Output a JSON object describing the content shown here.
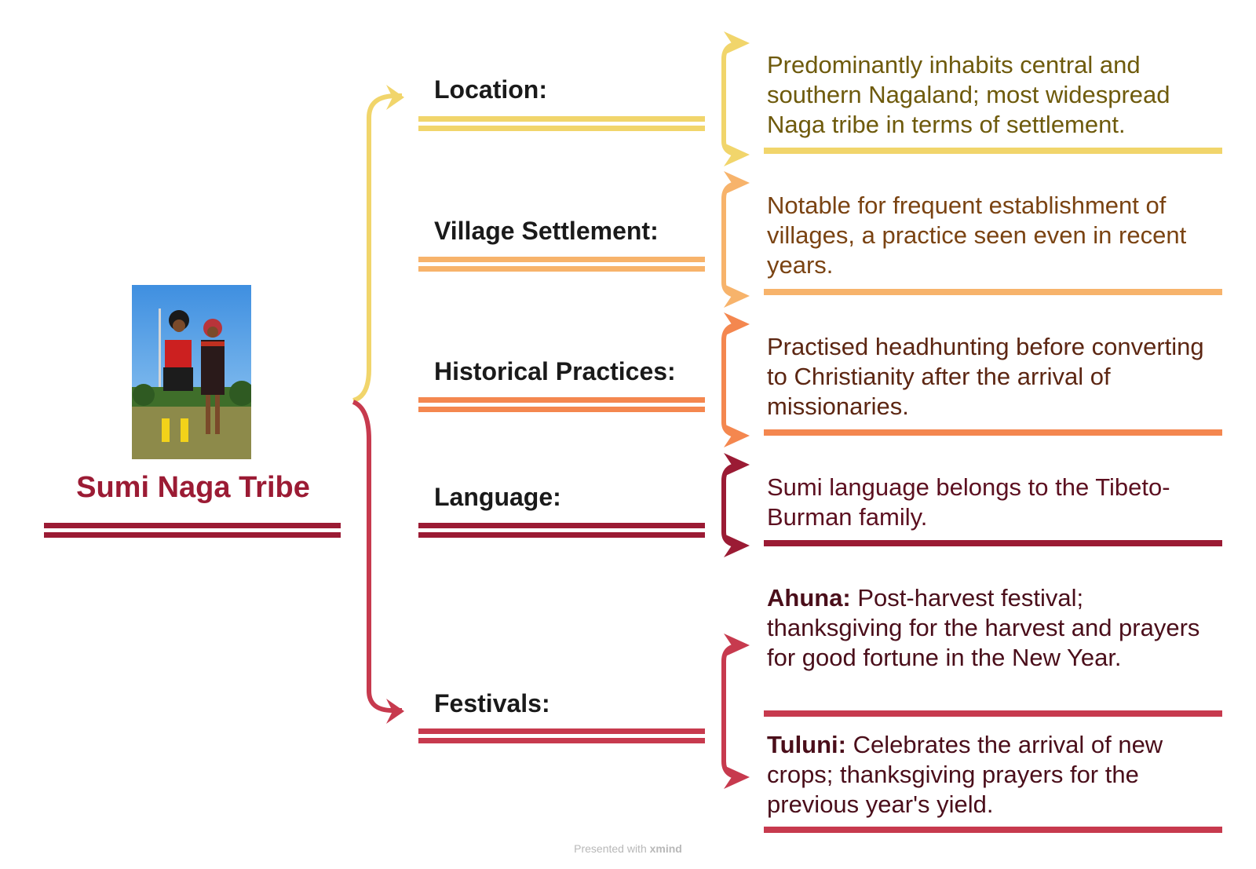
{
  "root": {
    "title": "Sumi Naga Tribe",
    "color": "#9b1b34"
  },
  "branches": [
    {
      "label": "Location:",
      "color": "#f1d56b",
      "text_color": "#6e5a0c",
      "leaves": [
        {
          "bold": "",
          "text": "Predominantly inhabits central and southern Nagaland; most widespread Naga tribe in terms of settlement."
        }
      ]
    },
    {
      "label": "Village Settlement:",
      "color": "#f7b36b",
      "text_color": "#7a4312",
      "leaves": [
        {
          "bold": "",
          "text": "Notable for frequent establishment of villages, a practice seen even in recent years."
        }
      ]
    },
    {
      "label": "Historical Practices:",
      "color": "#f4874f",
      "text_color": "#5c2612",
      "leaves": [
        {
          "bold": "",
          "text": "Practised headhunting before converting to Christianity after the arrival of missionaries."
        }
      ]
    },
    {
      "label": "Language:",
      "color": "#9b1b34",
      "text_color": "#5c1020",
      "leaves": [
        {
          "bold": "",
          "text": "Sumi language belongs to the Tibeto-Burman family."
        }
      ]
    },
    {
      "label": "Festivals:",
      "color": "#c73a4e",
      "text_color": "#4a0e1a",
      "leaves": [
        {
          "bold": "Ahuna:",
          "text": " Post-harvest festival; thanksgiving for the harvest and prayers for good fortune in the New Year."
        },
        {
          "bold": "Tuluni:",
          "text": " Celebrates the arrival of new crops; thanksgiving prayers for the previous year's yield."
        }
      ]
    }
  ],
  "credit": {
    "prefix": "Presented with ",
    "brand": "xmind"
  }
}
